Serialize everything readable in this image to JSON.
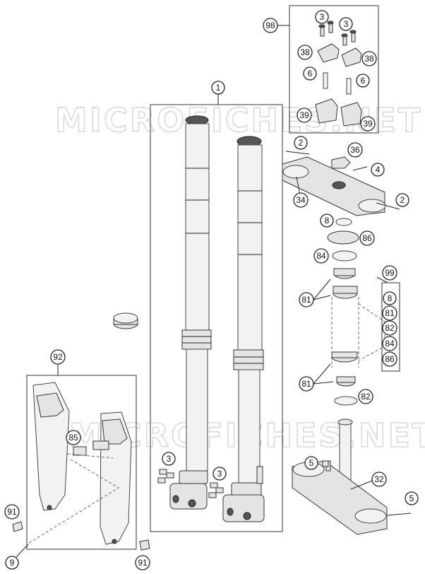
{
  "watermark": "MICROFICHES.NET",
  "callouts": {
    "c1": "1",
    "c2a": "2",
    "c2b": "2",
    "c3a": "3",
    "c3b": "3",
    "c3c": "3",
    "c3d": "3",
    "c4": "4",
    "c5a": "5",
    "c5b": "5",
    "c6a": "6",
    "c6b": "6",
    "c8a": "8",
    "c8b": "8",
    "c9": "9",
    "c32": "32",
    "c34": "34",
    "c36": "36",
    "c38a": "38",
    "c38b": "38",
    "c39a": "39",
    "c39b": "39",
    "c81a": "81",
    "c81b": "81",
    "c81c": "81",
    "c82a": "82",
    "c82b": "82",
    "c84a": "84",
    "c84b": "84",
    "c85": "85",
    "c86a": "86",
    "c86b": "86",
    "c91a": "91",
    "c91b": "91",
    "c92": "92",
    "c98": "98",
    "c99": "99"
  }
}
